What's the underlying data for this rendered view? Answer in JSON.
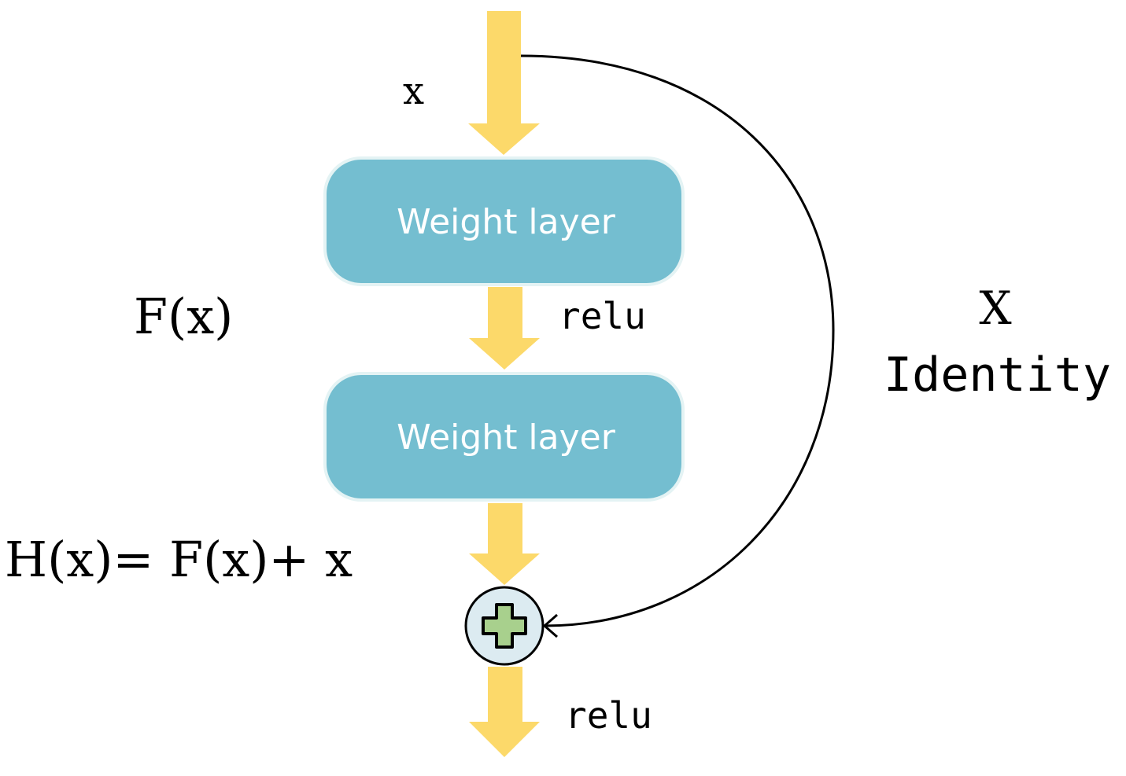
{
  "inputs": {
    "x_label": "x"
  },
  "blocks": [
    {
      "label": "Weight layer"
    },
    {
      "label": "Weight layer"
    }
  ],
  "activations": {
    "middle": "relu",
    "output": "relu"
  },
  "residual": {
    "fx_label": "F(x)",
    "equation": "H(x)= F(x)+ x"
  },
  "shortcut": {
    "x_label": "X",
    "identity_label": "Identity"
  },
  "colors": {
    "arrow": "#FCD96A",
    "block": "#74BED0",
    "block_text": "#FFFFFF",
    "add_circle": "#DCEBF1",
    "plus": "#A8D08D"
  },
  "icons": {
    "add_node": "plus-icon"
  }
}
